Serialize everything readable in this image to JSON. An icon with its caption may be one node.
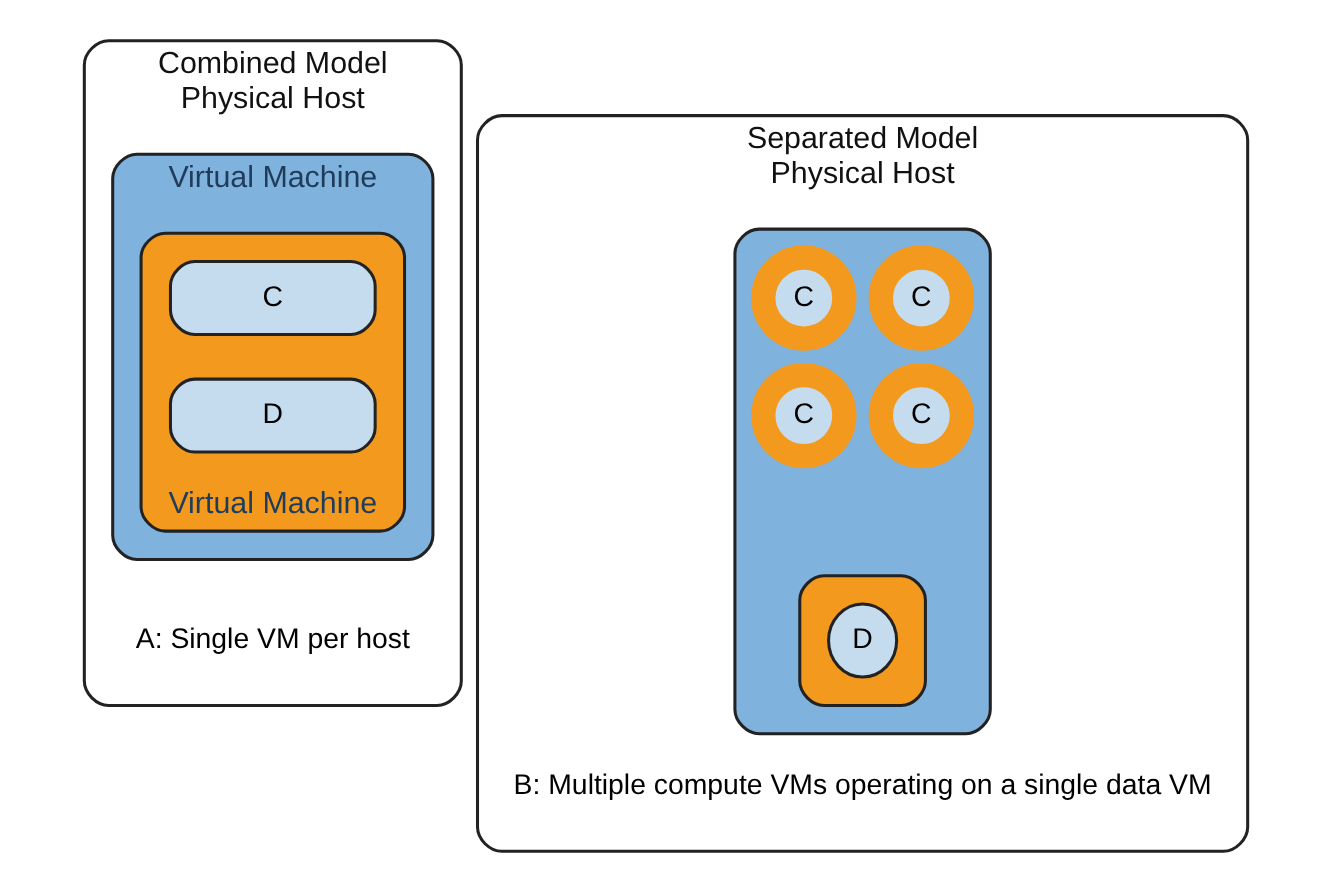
{
  "diagram": {
    "nodes": [
      {
        "text": [
          "Combined Model",
          "Physical Host"
        ],
        "beside": [
          "A: Single VM per host"
        ]
      },
      {
        "text": [
          "Virtual Machine"
        ],
        "in": 0
      },
      {
        "text": [
          "Virtual Machine"
        ],
        "in": 1
      },
      {
        "text": [
          "C"
        ],
        "in": 2
      },
      {
        "text": [
          "D"
        ],
        "in": 2
      },
      {
        "text": [
          "Separated Model",
          "Physical Host"
        ],
        "beside": [
          "B: Multiple compute VMs operating on a single data VM"
        ]
      },
      {
        "text": [],
        "shape": "box",
        "in": 5
      },
      {
        "text": [
          "C"
        ],
        "in": 6
      },
      {
        "text": [
          "C"
        ],
        "in": 6
      },
      {
        "text": [
          "C"
        ],
        "in": 6
      },
      {
        "text": [
          "C"
        ],
        "in": 6
      },
      {
        "text": [],
        "shape": "ellipse",
        "in": 6
      },
      {
        "text": [
          "D"
        ],
        "in": 11
      }
    ]
  }
}
